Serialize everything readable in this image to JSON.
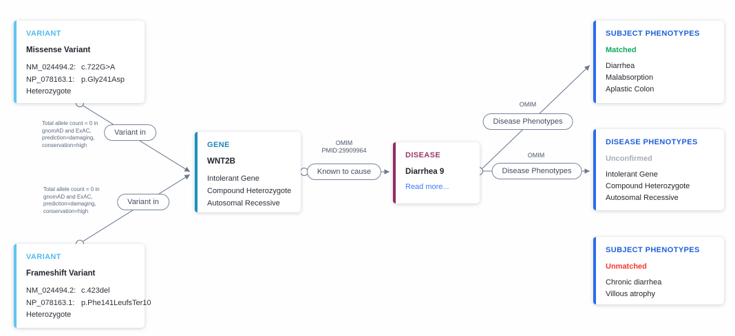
{
  "colors": {
    "variant_accent": "#63c5f0",
    "gene_accent": "#1c90c0",
    "disease_accent": "#8f2d61",
    "phenotype_accent": "#2e6be8",
    "phenotype_title": "#1c5fdb",
    "matched_green": "#0fa95f",
    "unmatched_red": "#ef3a30",
    "unconfirmed_gray": "#a8adb5",
    "link_blue": "#3c7bf6",
    "edge_gray": "#6b7890"
  },
  "cards": {
    "variant_missense": {
      "type_label": "VARIANT",
      "title": "Missense Variant",
      "rows": [
        {
          "label": "NM_024494.2:",
          "value": "c.722G>A"
        },
        {
          "label": "NP_078163.1:",
          "value": "p.Gly241Asp"
        }
      ],
      "zygosity": "Heterozygote"
    },
    "variant_frameshift": {
      "type_label": "VARIANT",
      "title": "Frameshift Variant",
      "rows": [
        {
          "label": "NM_024494.2:",
          "value": "c.423del"
        },
        {
          "label": "NP_078163.1:",
          "value": "p.Phe141LeufsTer10"
        }
      ],
      "zygosity": "Heterozygote"
    },
    "gene": {
      "type_label": "GENE",
      "title": "WNT2B",
      "attributes": [
        "Intolerant Gene",
        "Compound Heterozygote",
        "Autosomal Recessive"
      ]
    },
    "disease": {
      "type_label": "DISEASE",
      "title": "Diarrhea 9",
      "link_label": "Read more..."
    },
    "subject_phenotypes_matched": {
      "type_label": "SUBJECT PHENOTYPES",
      "status": "Matched",
      "items": [
        "Diarrhea",
        "Malabsorption",
        "Aplastic Colon"
      ]
    },
    "disease_phenotypes": {
      "type_label": "DISEASE PHENOTYPES",
      "status": "Unconfirmed",
      "items": [
        "Intolerant Gene",
        "Compound Heterozygote",
        "Autosomal Recessive"
      ]
    },
    "subject_phenotypes_unmatched": {
      "type_label": "SUBJECT PHENOTYPES",
      "status": "Unmatched",
      "items": [
        "Chronic diarrhea",
        "Villous atrophy"
      ]
    }
  },
  "edges": {
    "variant_in_top": {
      "label": "Variant in",
      "annotation": "Total allele count = 0 in\ngnomAD and ExAC,\nprediction=damaging,\nconservation=high"
    },
    "variant_in_bottom": {
      "label": "Variant in",
      "annotation": "Total allele count = 0 in\ngnomAD and ExAC,\nprediction=damaging,\nconservation=high"
    },
    "known_to_cause": {
      "label": "Known to cause",
      "source": "OMIM",
      "reference": "PMID:29909964"
    },
    "disease_phenotypes_top": {
      "label": "Disease Phenotypes",
      "source": "OMIM"
    },
    "disease_phenotypes_bottom": {
      "label": "Disease Phenotypes",
      "source": "OMIM"
    }
  }
}
